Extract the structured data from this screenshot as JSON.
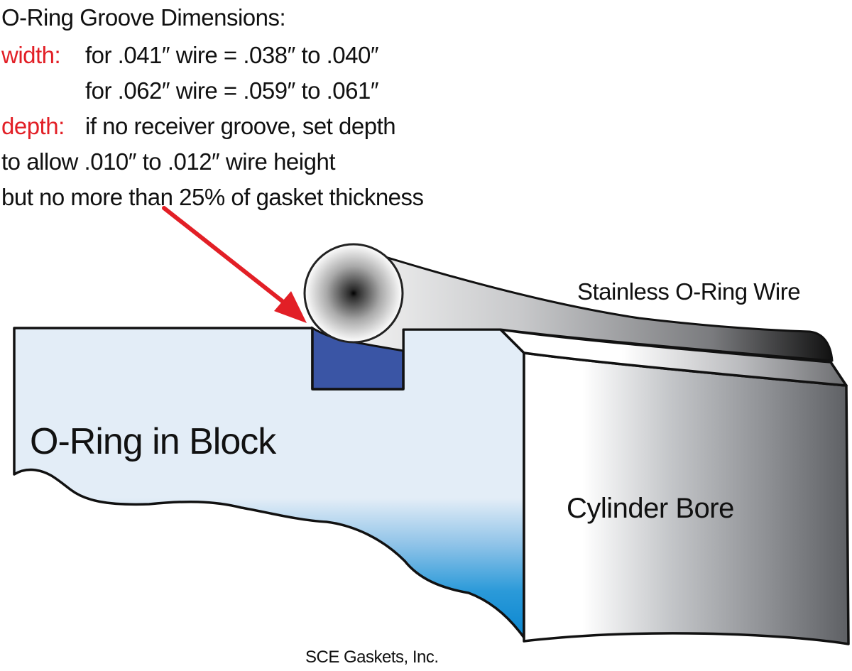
{
  "header": {
    "title": "O-Ring Groove Dimensions:",
    "width_label": "width:",
    "width_line1": "for .041″ wire = .038″ to .040″",
    "width_line2": "for .062″ wire = .059″ to .061″",
    "depth_label": "depth:",
    "depth_line1": "if no receiver groove, set depth",
    "depth_line2": "to allow .010″ to .012″ wire height",
    "depth_line3": "but no more than 25% of gasket thickness"
  },
  "labels": {
    "wire": "Stainless O-Ring Wire",
    "block": "O-Ring in Block",
    "bore": "Cylinder Bore",
    "credit": "SCE Gaskets, Inc."
  },
  "colors": {
    "accent_red": "#e21f26",
    "groove_blue": "#3a55a5",
    "block_light": "#e3edf7",
    "block_deep": "#0a86d0",
    "outline": "#111111"
  }
}
